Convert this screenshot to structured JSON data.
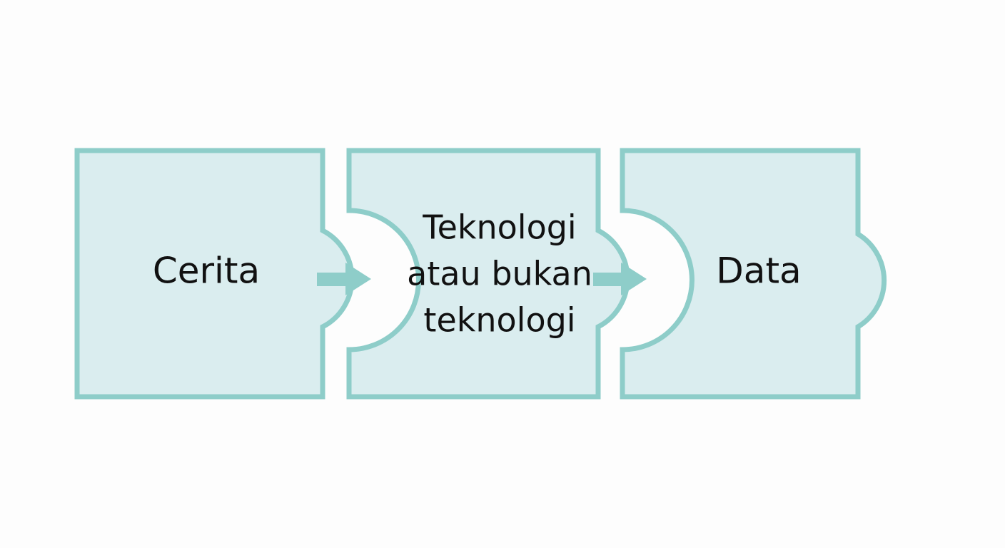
{
  "diagram": {
    "pieces": [
      {
        "id": "cerita",
        "label_lines": [
          "Cerita"
        ]
      },
      {
        "id": "teknologi",
        "label_lines": [
          "Teknologi",
          "atau bukan",
          "teknologi"
        ]
      },
      {
        "id": "data",
        "label_lines": [
          "Data"
        ]
      }
    ],
    "colors": {
      "fill": "#daedef",
      "stroke": "#8ecdc9",
      "arrow": "#8ecdc9",
      "text": "#111111",
      "background": "#fdfdfd"
    }
  }
}
